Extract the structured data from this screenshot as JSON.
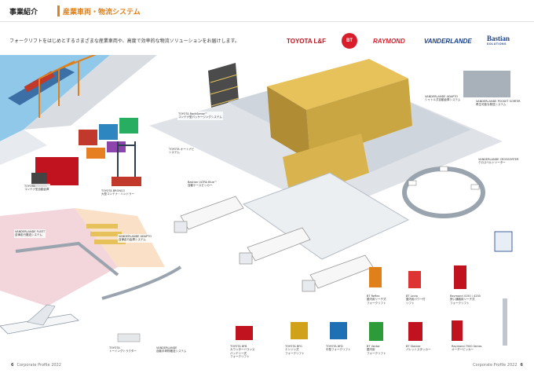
{
  "header": {
    "section": "事業紹介",
    "title": "産業車両・物流システム"
  },
  "lead": "フォークリフトをはじめとするさまざまな産業車両や、高度で効率的な物流ソリューションをお届けします。",
  "brands": [
    "TOYOTA L&F",
    "BT",
    "RAYMOND",
    "VANDERLANDE",
    "Bastian",
    "SOLUTIONS"
  ],
  "callouts": [
    "TOYOTA RackSense™\nコンテナ型パッケージングシステム",
    "TOYOTA オートナビ\nシステム",
    "TOYOTA\nコンテナ型自動倉庫",
    "TOYOTA BRONCO\n大型コンテナ・ハンドラー",
    "Bastian ULTRA Blue™\n自動ケースピッカー",
    "VANDERLANDE ADAPTO\nシャトル式自動倉庫システム",
    "VANDERLANDE POCKET SORTER\n再生可能な発送システム",
    "VANDERLANDE FLEET\n自律走行搬送システム",
    "VANDERLANDE ADAPTO\n自律走行倉庫システム",
    "VANDERLANDE CROSSORTER\nクロスベルトソーター",
    "TOYOTA\nトーイングトラクター",
    "VANDERLANDE\n自動手荷物搬送システム",
    "BT Reflex\n屋内用リーチ式\nフォークリフト",
    "BT Levio\n屋内用パワー付\nリフト",
    "Raymond 4150 / 4250\n狭い通路用リーチ式\nフォークリフト",
    "TOYOTA 8FB\nカウンターバランス\nバッテリー式\nフォークリフト",
    "TOYOTA 8FG\nエンジン式\nフォークリフト",
    "TOYOTA 8FD\n中型フォークリフト",
    "BT Vector\n屋内用\nフォークリフト",
    "BT Stacker\nパレットスタッカー",
    "Raymond 7500 Series\nオーダーピッカー"
  ],
  "footer": {
    "left_page": "6",
    "left_label": "Corporate Profile 2022",
    "right_label": "Corporate Profile 2022",
    "right_page": "6"
  },
  "colors": {
    "accent_orange": "#e0801a",
    "toyota_red": "#c0121f",
    "raymond_red": "#d81e2b",
    "vanderlande_blue": "#1a3f88",
    "sea_blue": "#8fc8e8",
    "floor_pink": "#f3d5dc",
    "rack_yellow": "#e7c25a"
  }
}
